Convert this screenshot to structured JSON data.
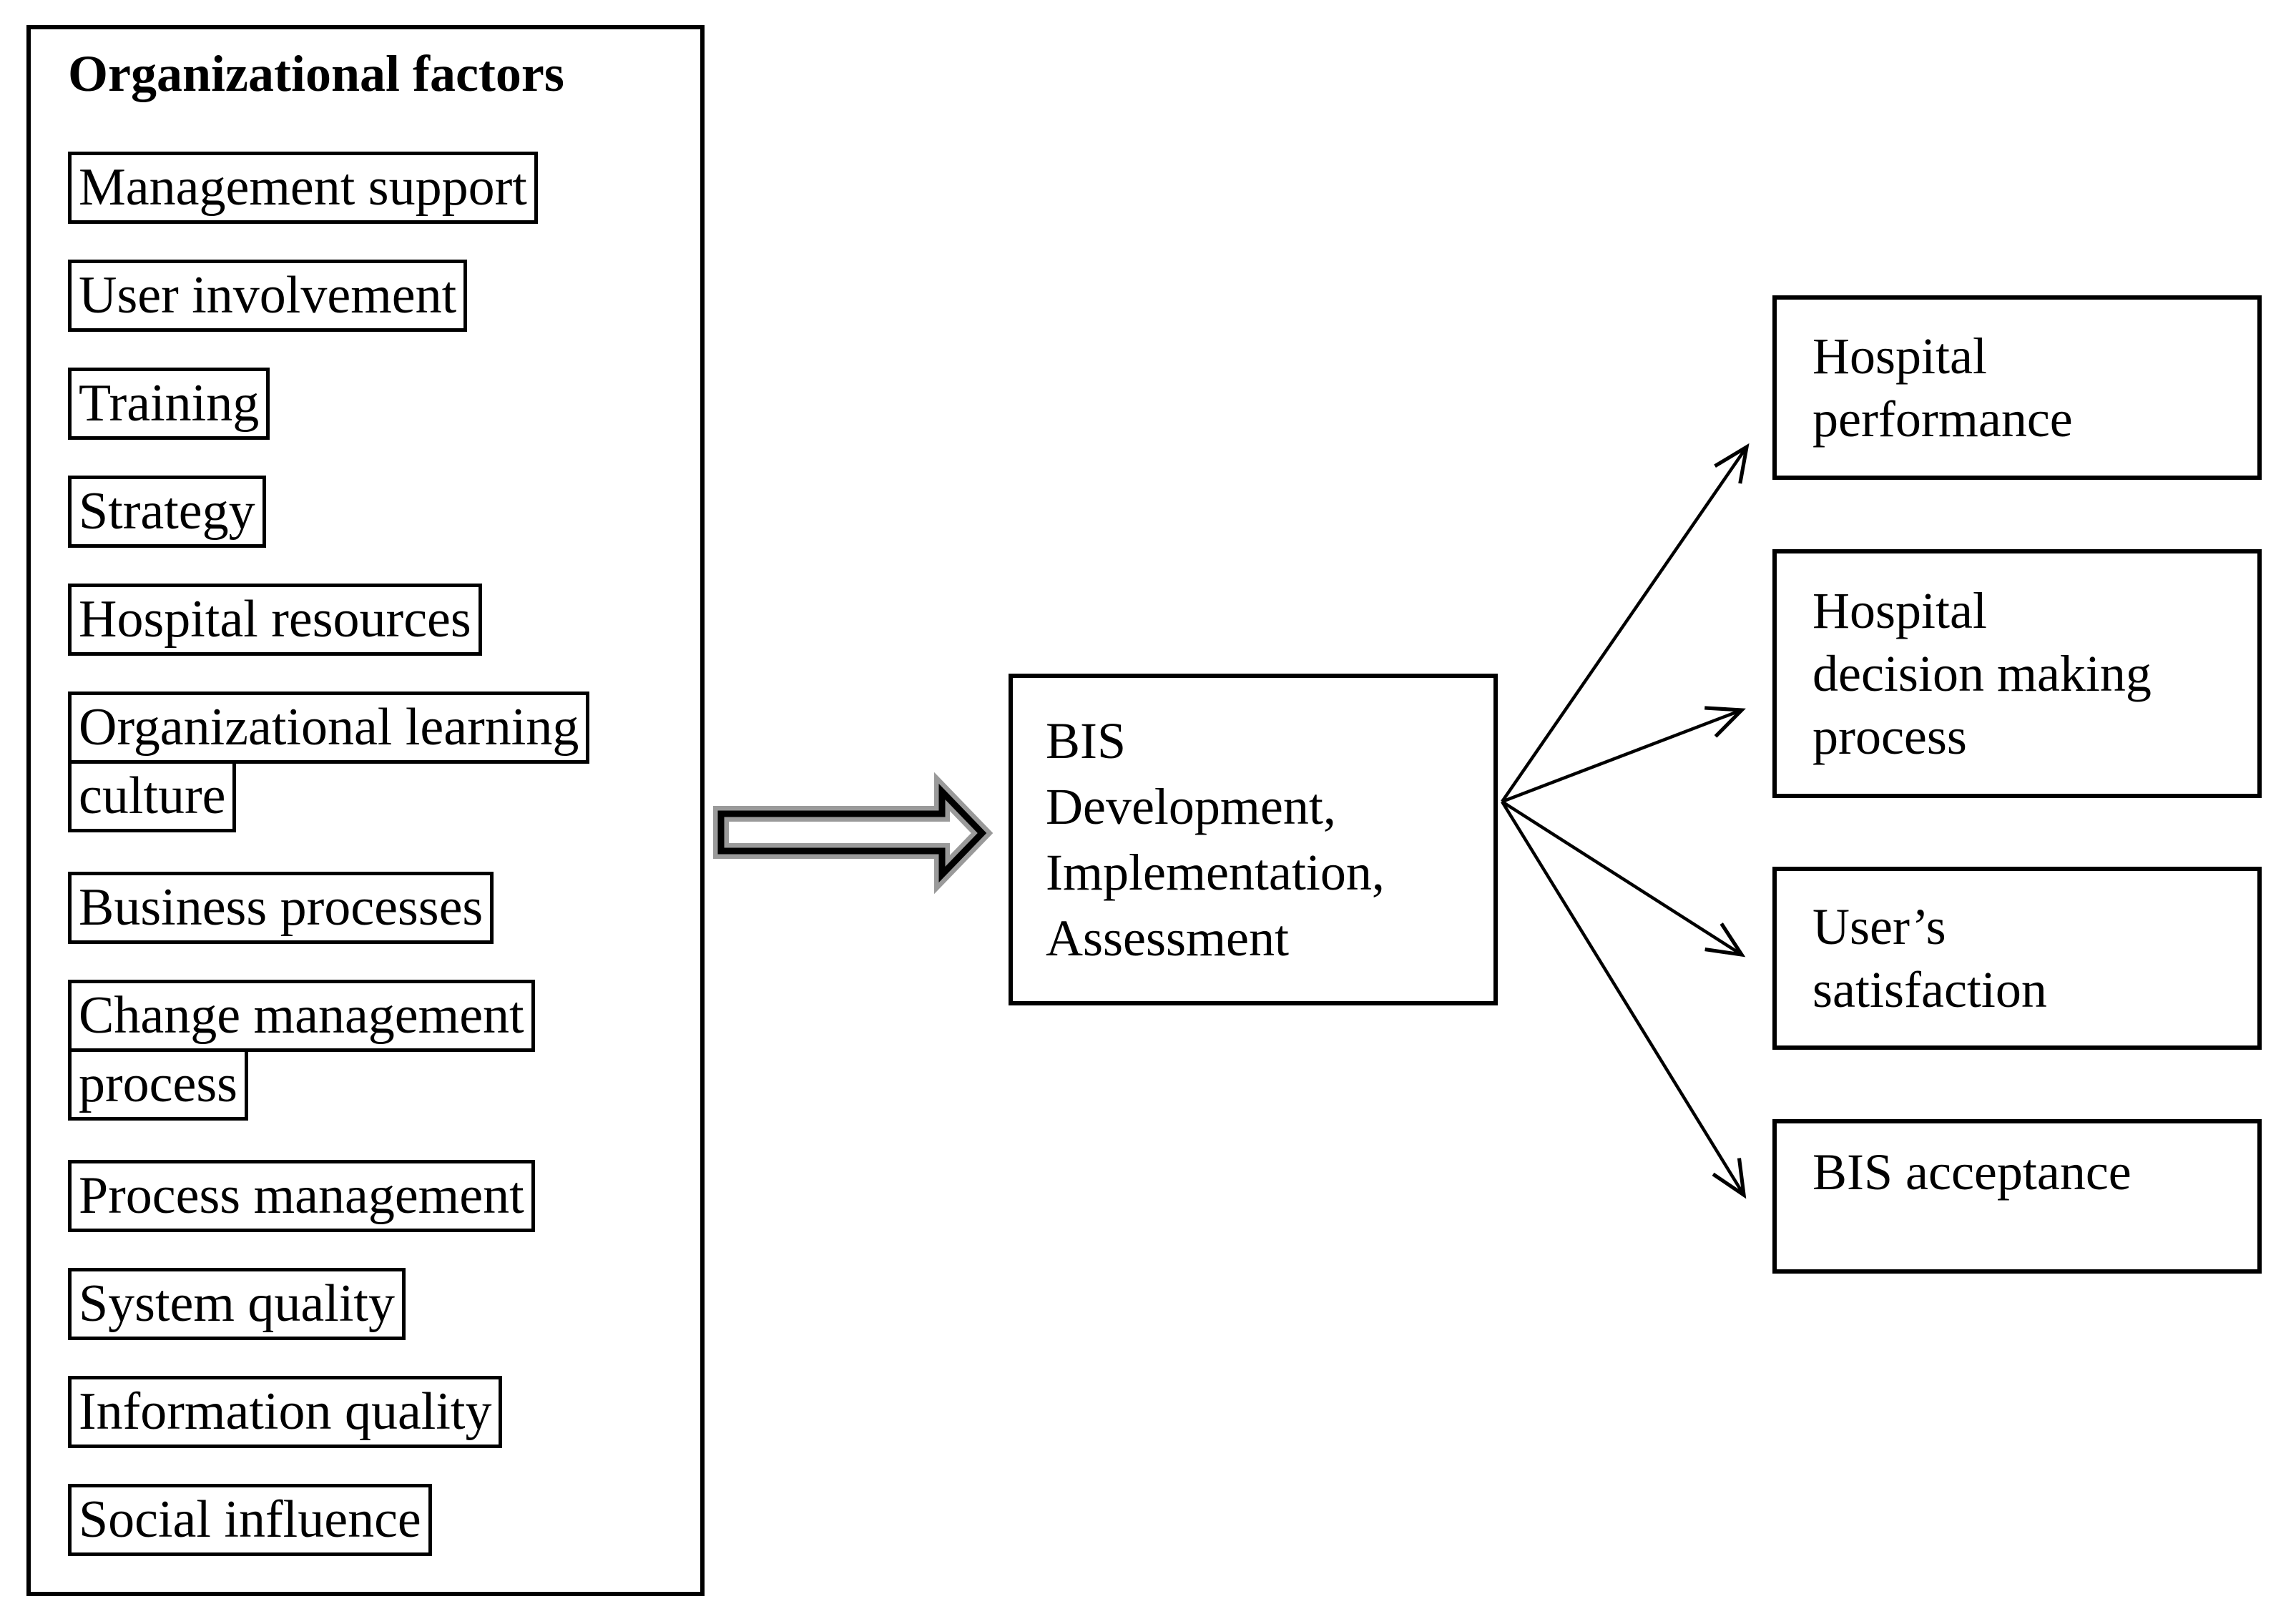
{
  "colors": {
    "ink": "#000000",
    "paper": "#ffffff",
    "block_arrow_shadow": "#9a9a9a"
  },
  "left_panel": {
    "title": "Organizational factors",
    "factors": [
      {
        "lines": [
          "Management support"
        ]
      },
      {
        "lines": [
          "User involvement"
        ]
      },
      {
        "lines": [
          "Training"
        ]
      },
      {
        "lines": [
          "Strategy"
        ]
      },
      {
        "lines": [
          "Hospital resources"
        ]
      },
      {
        "lines": [
          "Organizational learning",
          "culture"
        ]
      },
      {
        "lines": [
          "Business processes"
        ]
      },
      {
        "lines": [
          "Change management",
          "process"
        ]
      },
      {
        "lines": [
          "Process management"
        ]
      },
      {
        "lines": [
          "System quality"
        ]
      },
      {
        "lines": [
          "Information quality"
        ]
      },
      {
        "lines": [
          "Social influence"
        ]
      }
    ]
  },
  "process_box": {
    "lines": [
      "BIS",
      "Development,",
      "Implementation,",
      "Assessment"
    ]
  },
  "outcome_boxes": [
    {
      "lines": [
        "Hospital",
        "performance"
      ]
    },
    {
      "lines": [
        "Hospital",
        "decision making",
        "process"
      ]
    },
    {
      "lines": [
        "User’s",
        "satisfaction"
      ]
    },
    {
      "lines": [
        "BIS acceptance"
      ]
    }
  ]
}
